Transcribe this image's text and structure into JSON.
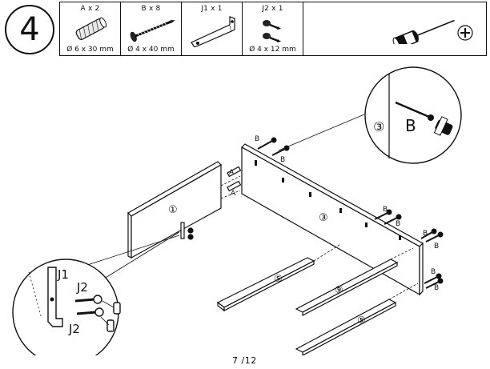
{
  "step": {
    "number": "4"
  },
  "parts": [
    {
      "header": "A x 2",
      "dimension": "Ø 6 x 30 mm",
      "icon": "wooden-dowel-icon"
    },
    {
      "header": "B x 8",
      "dimension": "Ø 4 x 40 mm",
      "icon": "long-screw-icon"
    },
    {
      "header": "J1 x 1",
      "dimension": "",
      "icon": "angle-bracket-icon"
    },
    {
      "header": "J2 x 1",
      "dimension": "Ø 4 x 12 mm",
      "icon": "short-screw-icon"
    }
  ],
  "tool": {
    "icon": "phillips-screwdriver-icon"
  },
  "labels": {
    "A": "A",
    "B": "B",
    "J1": "J1",
    "J2": "J2",
    "panel1": "①",
    "panel3": "③",
    "panel5": "⑤",
    "panel9": "⑨"
  },
  "page": "7 /12"
}
